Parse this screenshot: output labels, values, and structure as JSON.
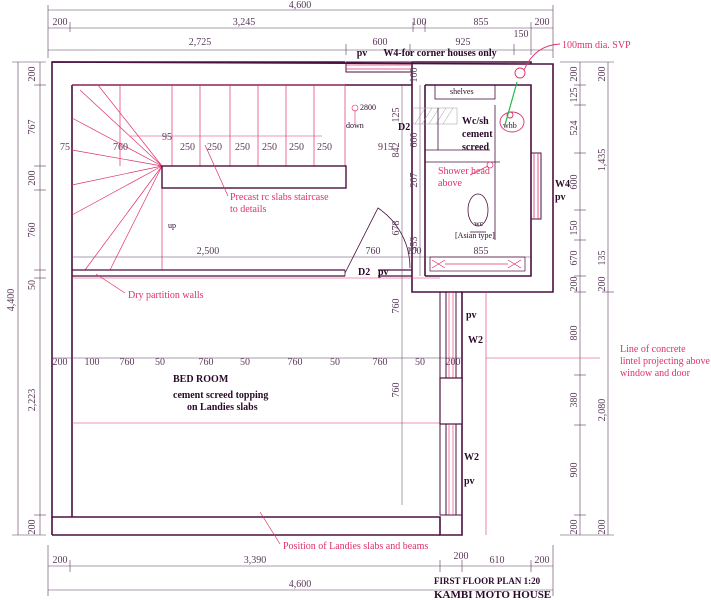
{
  "dims": {
    "total_top": "4,600",
    "top1": [
      "200",
      "3,245",
      "100",
      "855",
      "200"
    ],
    "top2": [
      "2,725",
      "600",
      "925",
      "150"
    ],
    "bottom1": [
      "200",
      "3,390",
      "200",
      "610",
      "200"
    ],
    "total_bottom": "4,600",
    "left_total": "4,400",
    "left": [
      "200",
      "767",
      "200",
      "760",
      "50",
      "2,223",
      "200"
    ],
    "right_total1": "1,435",
    "right_total2": "2,080",
    "right1": [
      "200",
      "125",
      "524",
      "600",
      "150",
      "670",
      "135",
      "200",
      "800",
      "380",
      "900",
      "200"
    ],
    "stair_treads": [
      "95",
      "75",
      "760",
      "250",
      "250",
      "250",
      "250",
      "250",
      "250",
      "915"
    ],
    "row_mid": [
      "2,500",
      "760",
      "100",
      "855"
    ],
    "row_bed": [
      "200",
      "100",
      "760",
      "50",
      "760",
      "50",
      "760",
      "50",
      "760",
      "50",
      "200"
    ],
    "vertical_misc": [
      "125",
      "100",
      "600",
      "842",
      "207",
      "678",
      "353",
      "760",
      "760"
    ]
  },
  "labels": {
    "pv_top": "pv",
    "w4_top": "W4-for corner houses only",
    "svp": "100mm dia. SVP",
    "shelves": "shelves",
    "d2_top": "D2",
    "wc_sh": "Wc/sh",
    "cement_screed": "cement",
    "screed": "screed",
    "whb": "whb",
    "shower_head": "Shower head",
    "above": "above",
    "wc": "wc",
    "asian": "[Asian type]",
    "w4_right": "W4",
    "pv_right": "pv",
    "down": "down",
    "up": "up",
    "stair_note1": "Precast rc slabs staircase",
    "stair_note2": "to details",
    "d2": "D2",
    "pv_mid": "pv",
    "dry_partition": "Dry partition walls",
    "pv_w2a": "pv",
    "w2a": "W2",
    "bed_room": "BED ROOM",
    "topping1": "cement screed topping",
    "topping2": "on Landies slabs",
    "lintel1": "Line of concrete",
    "lintel2": "lintel projecting above",
    "lintel3": "window and door",
    "w2b": "W2",
    "pv_w2b": "pv",
    "landies_note": "Position of Landies slabs and beams",
    "marker": "2800",
    "plan_title": "FIRST FLOOR PLAN 1:20",
    "house_title": "KAMBI MOTO HOUSE"
  },
  "colors": {
    "wall": "#4a1040",
    "accent": "#e0306a",
    "dimension": "#5a3a5a"
  }
}
